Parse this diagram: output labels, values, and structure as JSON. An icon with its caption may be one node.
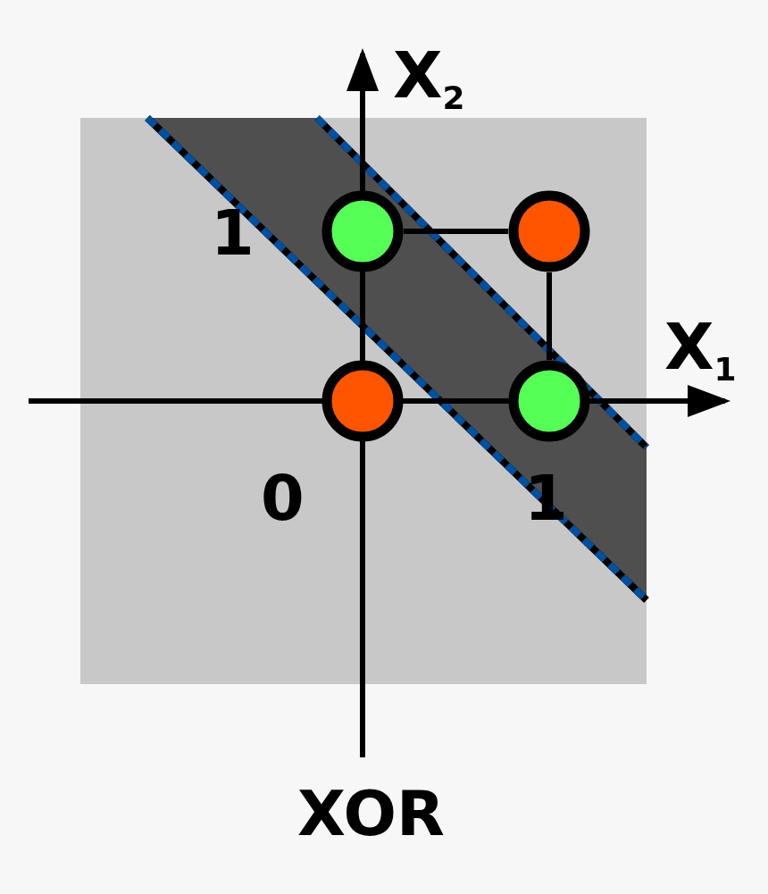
{
  "diagram": {
    "caption": "XOR",
    "nodes": [
      {
        "text": [],
        "shape": "circle"
      },
      {
        "text": [],
        "shape": "circle"
      },
      {
        "text": [],
        "shape": "circle"
      },
      {
        "text": [],
        "shape": "circle"
      }
    ],
    "edges": [
      {
        "from": 0,
        "to": 1,
        "arrow": "none"
      },
      {
        "from": 1,
        "to": 3,
        "arrow": "none"
      }
    ],
    "labels": [
      "X$_{2}$",
      "1",
      "X$_{1}$",
      "0",
      "1"
    ]
  }
}
